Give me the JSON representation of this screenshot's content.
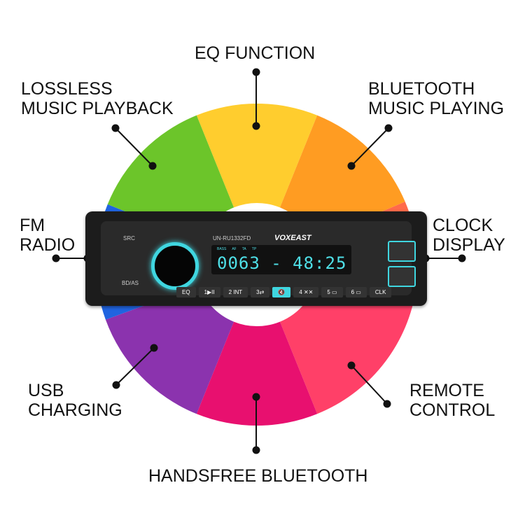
{
  "features": {
    "eq": "EQ FUNCTION",
    "lossless": "LOSSLESS\nMUSIC PLAYBACK",
    "bluetooth_music": "BLUETOOTH\nMUSIC PLAYING",
    "fm": "FM\nRADIO",
    "clock": "CLOCK\nDISPLAY",
    "usb": "USB\nCHARGING",
    "remote": "REMOTE\nCONTROL",
    "handsfree": "HANDSFREE BLUETOOTH"
  },
  "radio": {
    "model": "UN-RU1332FD",
    "brand": "VOXEAST",
    "display": "0063 - 48:25",
    "indicators": [
      "BASS",
      "AF",
      "TA",
      "TP"
    ],
    "src": "SRC",
    "eqas": "BD/AS",
    "buttons": [
      "EQ",
      "1▶II",
      "2 INT",
      "3⇄",
      "🔇",
      "4 ✕✕",
      "5 ▭",
      "6 ▭",
      "CLK"
    ]
  },
  "colors": [
    "#FFCD2E",
    "#FF9C22",
    "#FF6A4A",
    "#FF4068",
    "#E8106F",
    "#8B33AE",
    "#2064E0",
    "#6CC52A"
  ]
}
